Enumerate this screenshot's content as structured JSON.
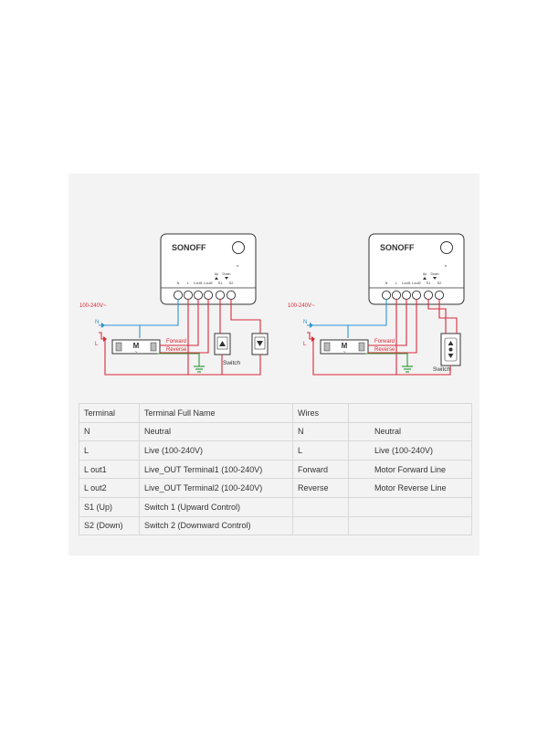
{
  "colors": {
    "live": "#d8283a",
    "neutral": "#2c92d5",
    "ground": "#2f9a3a",
    "ink": "#333333",
    "panel": "#f3f3f3"
  },
  "left_diagram": {
    "brand": "SONOFF",
    "terminals": [
      "N",
      "L",
      "Lout1",
      "Lout2",
      "S1",
      "S2"
    ],
    "s_captions": [
      "Up",
      "Down"
    ],
    "supply": "100-240V~",
    "n_label": "N",
    "l_label": "L",
    "forward": "Forward",
    "reverse": "Reverse",
    "motor": "M",
    "motor_sub": "~",
    "switch_label": "Switch",
    "switch_icons": [
      "arrow-up-icon",
      "arrow-down-icon"
    ]
  },
  "right_diagram": {
    "brand": "SONOFF",
    "terminals": [
      "N",
      "L",
      "Lout1",
      "Lout2",
      "S1",
      "S2"
    ],
    "s_captions": [
      "Up",
      "Down"
    ],
    "supply": "100-240V~",
    "n_label": "N",
    "l_label": "L",
    "forward": "Forward",
    "reverse": "Reverse",
    "motor": "M",
    "motor_sub": "~",
    "switch_label": "Switch",
    "switch_icons": [
      "up-stop-down-icon"
    ]
  },
  "table": {
    "headers": [
      "Terminal",
      "Terminal Full Name",
      "Wires",
      ""
    ],
    "rows": [
      [
        "N",
        "Neutral",
        "N",
        "Neutral"
      ],
      [
        "L",
        "Live (100-240V)",
        "L",
        "Live (100-240V)"
      ],
      [
        "L out1",
        "Live_OUT Terminal1 (100-240V)",
        "Forward",
        "Motor Forward Line"
      ],
      [
        "L out2",
        "Live_OUT Terminal2 (100-240V)",
        "Reverse",
        "Motor Reverse Line"
      ],
      [
        "S1 (Up)",
        "Switch 1 (Upward Control)",
        "",
        ""
      ],
      [
        "S2 (Down)",
        "Switch 2 (Downward Control)",
        "",
        ""
      ]
    ]
  }
}
